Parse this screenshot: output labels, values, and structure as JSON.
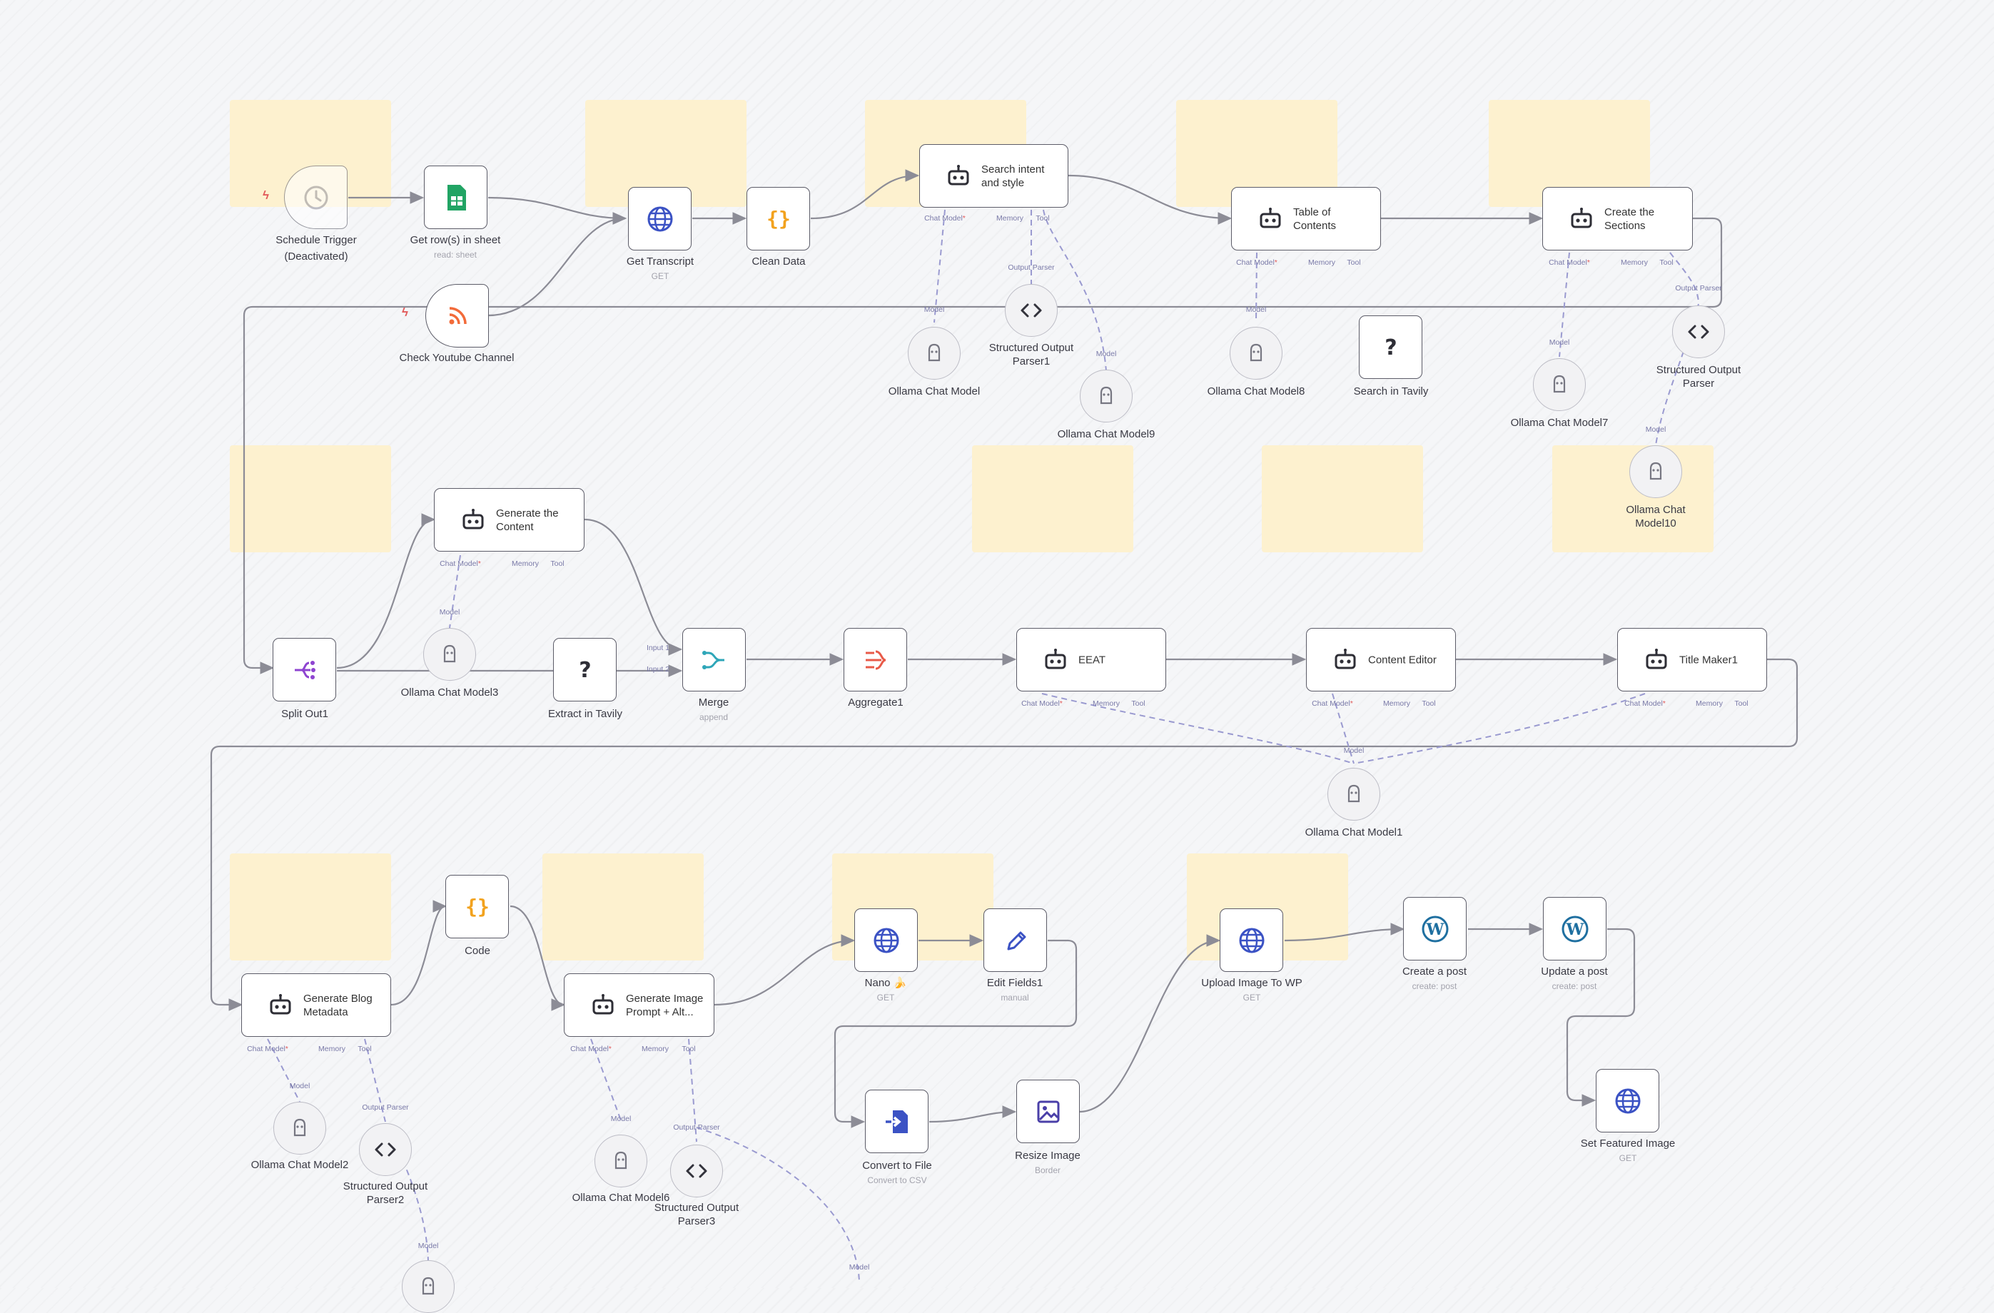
{
  "theme": {
    "accent": "#7a7aa8",
    "node_border": "#5c5c68",
    "sticky": "#fdf1cf",
    "wire": "#8c8c96",
    "sub_wire": "#9a9ad0"
  },
  "nodes": {
    "schedule_trigger": {
      "title": "Schedule Trigger",
      "subtitle": "(Deactivated)",
      "icon": "clock-icon"
    },
    "get_rows": {
      "title": "Get row(s) in sheet",
      "subtitle": "read: sheet",
      "icon": "google-sheets-icon"
    },
    "check_youtube": {
      "title": "Check Youtube Channel",
      "icon": "rss-icon"
    },
    "get_transcript": {
      "title": "Get Transcript",
      "subtitle": "GET",
      "icon": "globe-icon"
    },
    "clean_data": {
      "title": "Clean Data",
      "icon": "code-braces-icon"
    },
    "search_intent": {
      "title": "Search intent and style",
      "icon": "robot-icon"
    },
    "structured_output_parser1": {
      "title": "Structured Output Parser1",
      "icon": "code-tag-icon"
    },
    "ollama_chat_model": {
      "title": "Ollama Chat Model",
      "icon": "ollama-icon"
    },
    "ollama_chat_model9": {
      "title": "Ollama Chat Model9",
      "icon": "ollama-icon"
    },
    "table_of_contents": {
      "title": "Table of Contents",
      "icon": "robot-icon"
    },
    "ollama_chat_model8": {
      "title": "Ollama Chat Model8",
      "icon": "ollama-icon"
    },
    "search_in_tavily": {
      "title": "Search in Tavily",
      "icon": "question-icon"
    },
    "create_sections": {
      "title": "Create the Sections",
      "icon": "robot-icon"
    },
    "ollama_chat_model7": {
      "title": "Ollama Chat Model7",
      "icon": "ollama-icon"
    },
    "structured_output_parser": {
      "title": "Structured Output Parser",
      "icon": "code-tag-icon"
    },
    "ollama_chat_model10": {
      "title": "Ollama Chat Model10",
      "icon": "ollama-icon"
    },
    "generate_content": {
      "title": "Generate the Content",
      "icon": "robot-icon"
    },
    "split_out1": {
      "title": "Split Out1",
      "icon": "split-icon"
    },
    "ollama_chat_model3": {
      "title": "Ollama Chat Model3",
      "icon": "ollama-icon"
    },
    "extract_in_tavily": {
      "title": "Extract in Tavily",
      "icon": "question-icon"
    },
    "merge": {
      "title": "Merge",
      "subtitle": "append",
      "icon": "merge-icon"
    },
    "aggregate1": {
      "title": "Aggregate1",
      "icon": "aggregate-icon"
    },
    "eeat": {
      "title": "EEAT",
      "icon": "robot-icon"
    },
    "content_editor": {
      "title": "Content Editor",
      "icon": "robot-icon"
    },
    "title_maker1": {
      "title": "Title Maker1",
      "icon": "robot-icon"
    },
    "ollama_chat_model1": {
      "title": "Ollama Chat Model1",
      "icon": "ollama-icon"
    },
    "generate_blog_metadata": {
      "title": "Generate Blog Metadata",
      "icon": "robot-icon"
    },
    "code": {
      "title": "Code",
      "icon": "code-braces-icon"
    },
    "generate_image_prompt": {
      "title": "Generate Image Prompt + Alt...",
      "icon": "robot-icon"
    },
    "ollama_chat_model2": {
      "title": "Ollama Chat Model2",
      "icon": "ollama-icon"
    },
    "structured_output_parser2": {
      "title": "Structured Output Parser2",
      "icon": "code-tag-icon"
    },
    "ollama_chat_model6": {
      "title": "Ollama Chat Model6",
      "icon": "ollama-icon"
    },
    "structured_output_parser3": {
      "title": "Structured Output Parser3",
      "icon": "code-tag-icon"
    },
    "nano": {
      "title": "Nano 🍌",
      "subtitle": "GET",
      "icon": "globe-icon"
    },
    "edit_fields1": {
      "title": "Edit Fields1",
      "subtitle": "manual",
      "icon": "pencil-icon"
    },
    "convert_to_file": {
      "title": "Convert to File",
      "subtitle": "Convert to CSV",
      "icon": "file-convert-icon"
    },
    "resize_image": {
      "title": "Resize Image",
      "subtitle": "Border",
      "icon": "image-icon"
    },
    "upload_image_wp": {
      "title": "Upload Image To WP",
      "subtitle": "GET",
      "icon": "globe-icon"
    },
    "create_post": {
      "title": "Create a post",
      "subtitle": "create: post",
      "icon": "wordpress-icon"
    },
    "update_post": {
      "title": "Update a post",
      "subtitle": "create: post",
      "icon": "wordpress-icon"
    },
    "set_featured_image": {
      "title": "Set Featured Image",
      "subtitle": "GET",
      "icon": "globe-icon"
    }
  },
  "ports": {
    "chat_model": "Chat Model",
    "memory": "Memory",
    "tool": "Tool",
    "output_parser": "Output Parser",
    "model": "Model",
    "input1": "Input 1",
    "input2": "Input 2"
  }
}
